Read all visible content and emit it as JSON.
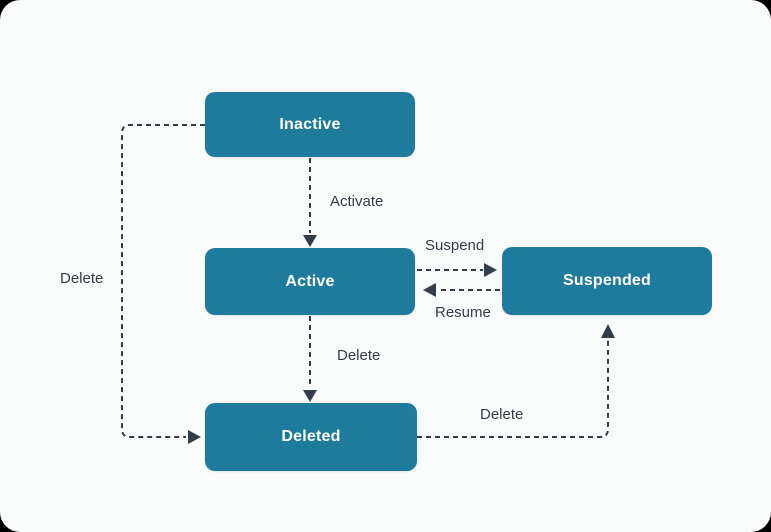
{
  "diagram": {
    "type": "state-diagram",
    "colors": {
      "node_fill": "#1e7b9b",
      "node_text": "#ffffff",
      "edge": "#333d47",
      "background": "#f9fafa",
      "frame": "#000000"
    },
    "nodes": [
      {
        "id": "inactive",
        "label": "Inactive"
      },
      {
        "id": "active",
        "label": "Active"
      },
      {
        "id": "suspended",
        "label": "Suspended"
      },
      {
        "id": "deleted",
        "label": "Deleted"
      }
    ],
    "edges": [
      {
        "from": "inactive",
        "to": "active",
        "label": "Activate",
        "style": "dashed"
      },
      {
        "from": "active",
        "to": "suspended",
        "label": "Suspend",
        "style": "dashed"
      },
      {
        "from": "suspended",
        "to": "active",
        "label": "Resume",
        "style": "dashed"
      },
      {
        "from": "active",
        "to": "deleted",
        "label": "Delete",
        "style": "dashed"
      },
      {
        "from": "deleted",
        "to": "suspended",
        "label": "Delete",
        "style": "dashed"
      },
      {
        "from": "inactive",
        "to": "deleted",
        "label": "Delete",
        "style": "dashed"
      }
    ]
  }
}
